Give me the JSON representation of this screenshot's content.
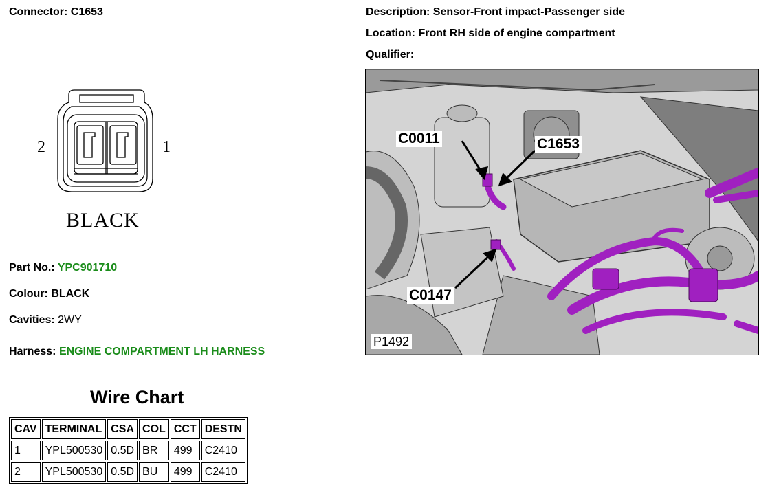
{
  "header": {
    "connector_label": "Connector:",
    "connector_value": "C1653",
    "description_label": "Description:",
    "description_value": "Sensor-Front impact-Passenger side",
    "location_label": "Location:",
    "location_value": "Front RH side of engine compartment",
    "qualifier_label": "Qualifier:",
    "qualifier_value": ""
  },
  "connector_drawing": {
    "pin_left": "2",
    "pin_right": "1",
    "colour_text": "BLACK"
  },
  "details": {
    "part_label": "Part No.:",
    "part_value": "YPC901710",
    "colour_label": "Colour:",
    "colour_value": "BLACK",
    "cavities_label": "Cavities:",
    "cavities_value": "2WY",
    "harness_label": "Harness:",
    "harness_value": "ENGINE COMPARTMENT LH HARNESS"
  },
  "wire_chart": {
    "title": "Wire Chart",
    "columns": [
      "CAV",
      "TERMINAL",
      "CSA",
      "COL",
      "CCT",
      "DESTN"
    ],
    "rows": [
      [
        "1",
        "YPL500530",
        "0.5D",
        "BR",
        "499",
        "C2410"
      ],
      [
        "2",
        "YPL500530",
        "0.5D",
        "BU",
        "499",
        "C2410"
      ]
    ]
  },
  "photo": {
    "callouts": [
      "C0011",
      "C1653",
      "C0147"
    ],
    "id": "P1492"
  },
  "colors": {
    "link_green": "#1a8c1a",
    "harness_purple": "#a020c0"
  }
}
